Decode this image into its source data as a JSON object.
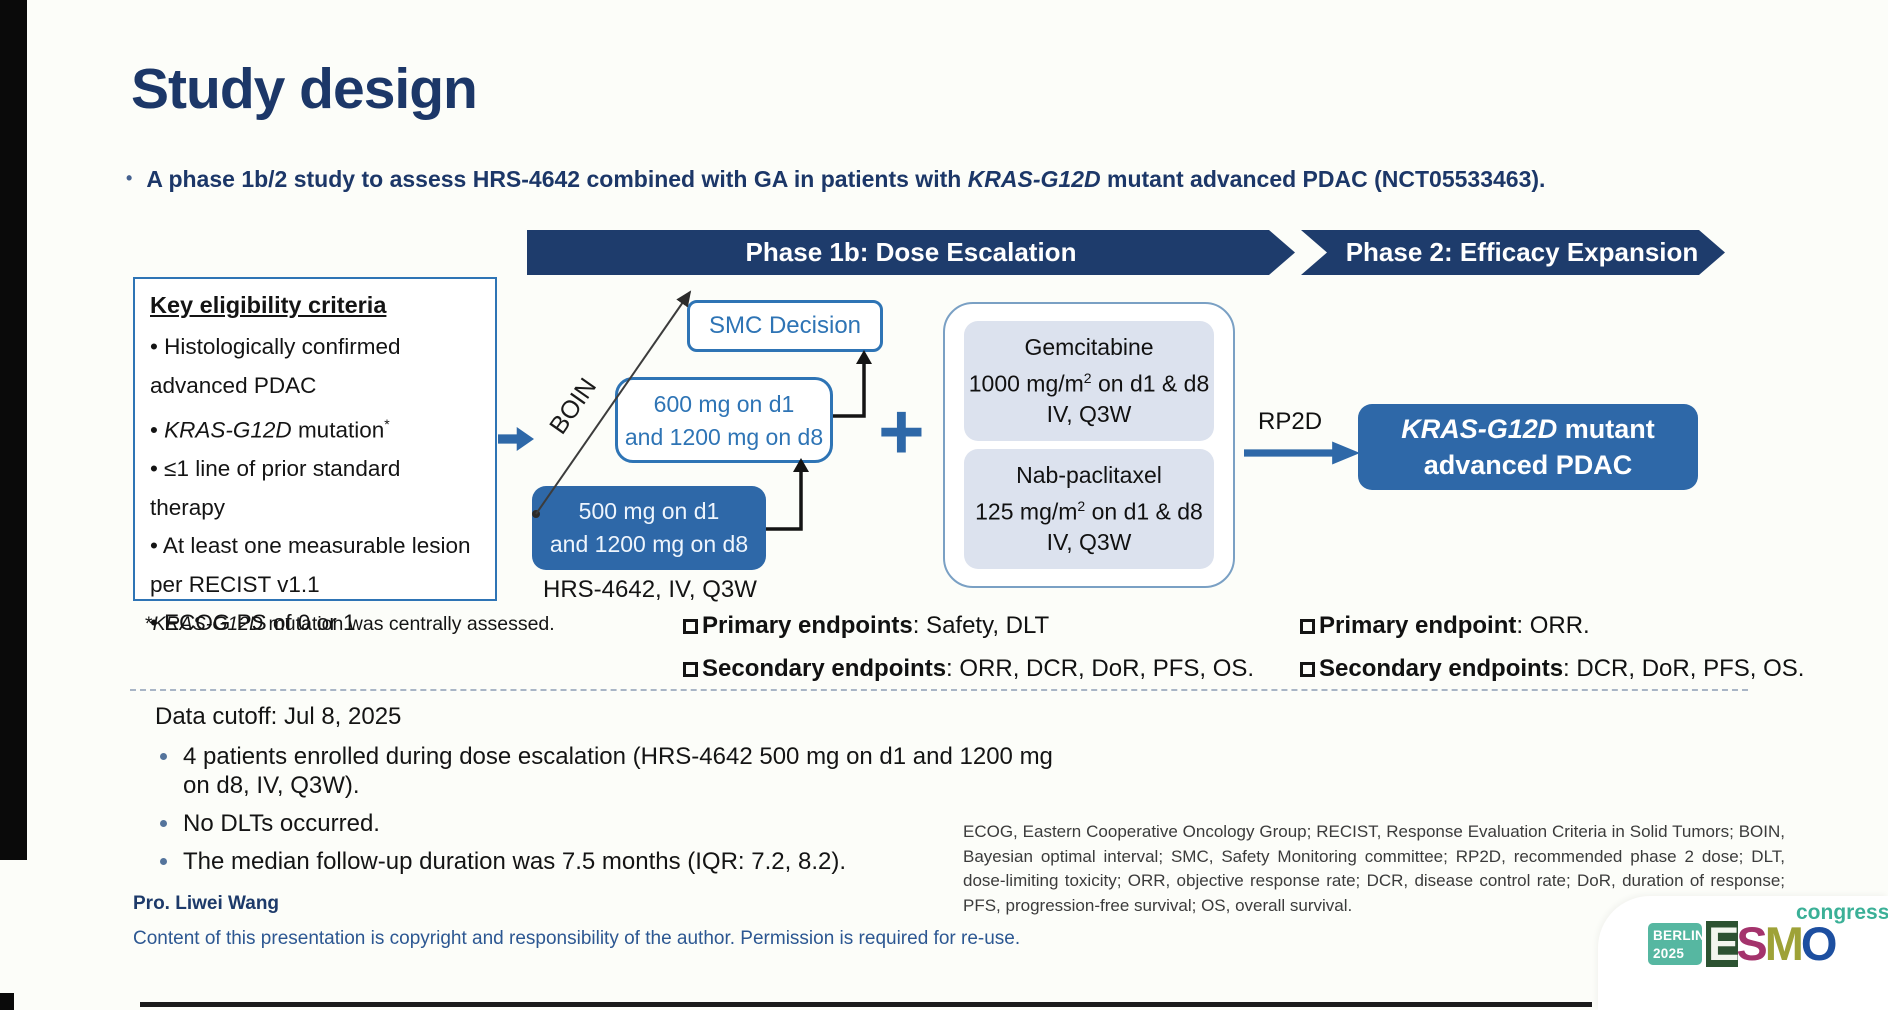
{
  "title": "Study design",
  "subtitle": {
    "pre": "A phase 1b/2 study to assess HRS-4642 combined with GA in patients with ",
    "italic": "KRAS-G12D",
    "post": " mutant advanced PDAC (NCT05533463)."
  },
  "banners": {
    "phase1b": "Phase 1b: Dose Escalation",
    "phase2": "Phase 2: Efficacy Expansion"
  },
  "eligibility": {
    "title": "Key eligibility criteria",
    "item1": "• Histologically confirmed advanced PDAC",
    "item2_pre": "• ",
    "item2_italic": "KRAS-G12D",
    "item2_post": " mutation",
    "item2_sup": "*",
    "item3": "• ≤1 line of prior standard therapy",
    "item4": "• At least one measurable lesion per RECIST v1.1",
    "item5": "• ECOG PS of 0 or 1",
    "footnote_pre": "*",
    "footnote_italic": "KRAS-G12D",
    "footnote_post": " mutation was centrally assessed."
  },
  "escalation": {
    "boin": "BOIN",
    "smc": "SMC Decision",
    "dose600_line1": "600 mg on d1",
    "dose600_line2": "and 1200 mg on d8",
    "dose500_line1": "500 mg on d1",
    "dose500_line2": "and 1200 mg on d8",
    "drug": "HRS-4642, IV, Q3W",
    "plus": "+"
  },
  "combo": {
    "gem_name": "Gemcitabine",
    "gem_dose_pre": "1000 mg/m",
    "gem_dose_sup": "2",
    "gem_dose_post": " on d1 & d8",
    "gem_sched": "IV, Q3W",
    "nab_name": "Nab-paclitaxel",
    "nab_dose_pre": "125 mg/m",
    "nab_dose_sup": "2",
    "nab_dose_post": " on d1 & d8",
    "nab_sched": "IV, Q3W"
  },
  "rp2d": {
    "label": "RP2D",
    "target_italic": "KRAS-G12D",
    "target_post": " mutant",
    "target_line2": "advanced PDAC"
  },
  "endpoints_1b": {
    "primary_label": "Primary endpoints",
    "primary_value": ": Safety, DLT",
    "secondary_label": "Secondary endpoints",
    "secondary_value": ": ORR, DCR, DoR, PFS, OS."
  },
  "endpoints_2": {
    "primary_label": "Primary endpoint",
    "primary_value": ": ORR.",
    "secondary_label": "Secondary endpoints",
    "secondary_value": ": DCR, DoR, PFS, OS."
  },
  "summary": {
    "cutoff": "Data cutoff: Jul 8, 2025",
    "bullet1": "4 patients enrolled during dose escalation (HRS-4642 500 mg on d1 and 1200 mg on d8, IV, Q3W).",
    "bullet2": "No DLTs occurred.",
    "bullet3": "The median follow-up duration was 7.5 months (IQR: 7.2, 8.2)."
  },
  "abbreviations": "ECOG, Eastern Cooperative Oncology Group; RECIST, Response Evaluation Criteria in Solid Tumors; BOIN, Bayesian optimal interval; SMC, Safety Monitoring committee; RP2D, recommended phase 2 dose; DLT, dose-limiting toxicity; ORR, objective response rate; DCR, disease control rate; DoR, duration of response; PFS, progression-free survival; OS, overall survival.",
  "footer": {
    "author": "Pro. Liwei Wang",
    "copyright": "Content of this presentation is copyright and responsibility of the author. Permission is required for re-use."
  },
  "logo": {
    "badge_city": "BERLIN",
    "badge_year": "2025",
    "l1": "E",
    "l2": "S",
    "l3": "M",
    "l4": "O",
    "congress": "congress"
  },
  "colors": {
    "navy_text": "#1c3768",
    "banner_navy": "#1e3c6c",
    "solid_blue": "#2e68a8",
    "border_blue": "#2e74b5",
    "combo_gray": "#dce2ee"
  }
}
